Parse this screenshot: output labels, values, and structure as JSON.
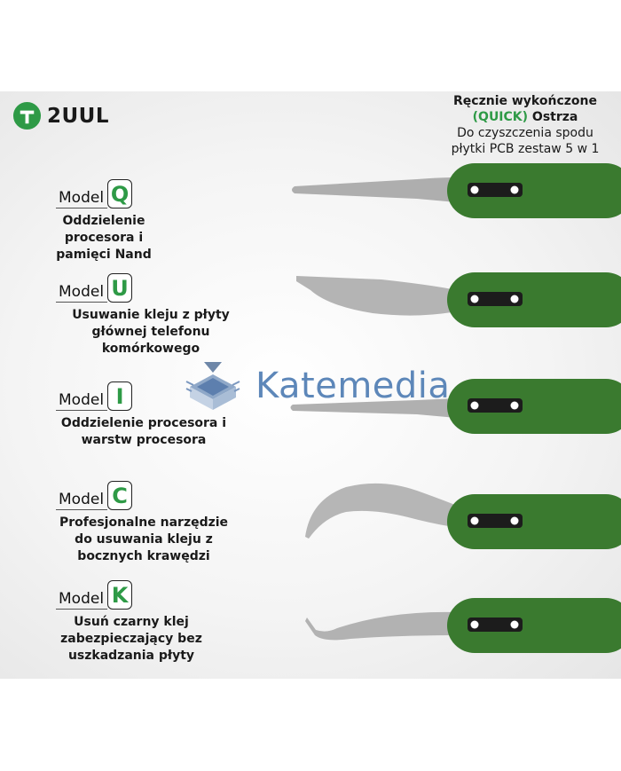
{
  "brand": {
    "name": "2UUL"
  },
  "headline": {
    "line1": "Ręcznie wykończone",
    "quick": "(QUICK)",
    "ostrza": " Ostrza",
    "line3": "Do czyszczenia spodu",
    "line4": "płytki PCB zestaw 5 w 1"
  },
  "models": [
    {
      "label": "Model",
      "letter": "Q",
      "desc": [
        "Oddzielenie",
        "procesora i",
        "pamięci Nand"
      ]
    },
    {
      "label": "Model",
      "letter": "U",
      "desc": [
        "Usuwanie kleju z płyty",
        "głównej telefonu",
        "komórkowego"
      ]
    },
    {
      "label": "Model",
      "letter": "I",
      "desc": [
        "Oddzielenie procesora i",
        "warstw procesora"
      ]
    },
    {
      "label": "Model",
      "letter": "C",
      "desc": [
        "Profesjonalne narzędzie",
        "do usuwania kleju z",
        "bocznych krawędzi"
      ]
    },
    {
      "label": "Model",
      "letter": "K",
      "desc": [
        "Usuń czarny klej",
        "zabezpieczający bez",
        "uszkadzania płyty"
      ]
    }
  ],
  "watermark": {
    "text": "Katemedia"
  },
  "colors": {
    "accent": "#2e9a46",
    "handle": "#3a7a2f",
    "watermark": "#5d87b9"
  }
}
